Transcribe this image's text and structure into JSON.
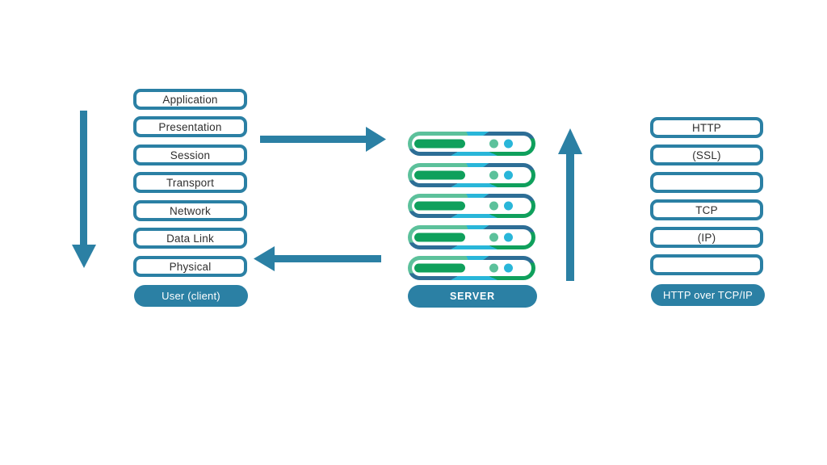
{
  "colors": {
    "teal": "#2b80a4",
    "green": "#0fa05c",
    "seafoam": "#5cc19b",
    "cyan": "#29b6d9",
    "navy": "#2d6e96",
    "text": "#2f2f2f"
  },
  "osi_stack": {
    "layers": [
      {
        "label": "Application"
      },
      {
        "label": "Presentation"
      },
      {
        "label": "Session"
      },
      {
        "label": "Transport"
      },
      {
        "label": "Network"
      },
      {
        "label": "Data Link"
      },
      {
        "label": "Physical"
      }
    ],
    "footer_label": "User (client)"
  },
  "server_rack": {
    "unit_count": 5,
    "footer_label": "SERVER"
  },
  "protocol_stack": {
    "layers": [
      {
        "label": "HTTP"
      },
      {
        "label": "(SSL)"
      },
      {
        "label": ""
      },
      {
        "label": "TCP"
      },
      {
        "label": "(IP)"
      },
      {
        "label": ""
      }
    ],
    "footer_label": "HTTP over TCP/IP"
  },
  "icons": {
    "down_arrow": "down-arrow",
    "right_arrow": "right-arrow",
    "left_arrow": "left-arrow",
    "up_arrow": "up-arrow"
  }
}
